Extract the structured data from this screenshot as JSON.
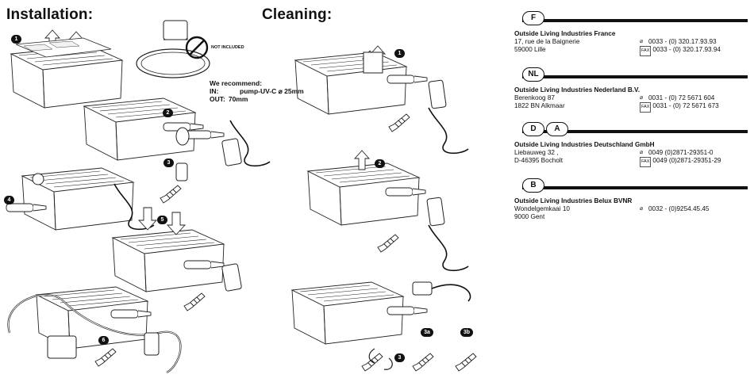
{
  "headings": {
    "installation": "Installation:",
    "cleaning": "Cleaning:"
  },
  "install_steps": [
    "1",
    "2",
    "3",
    "4",
    "5",
    "6"
  ],
  "clean_steps": [
    "1",
    "2",
    "3",
    "3a",
    "3b"
  ],
  "not_included": "NOT INCLUDED",
  "recommend": {
    "title": "We recommend:",
    "in_label": "IN:",
    "in_value": "pump-UV-C ⌀ 25mm",
    "out_label": "OUT:",
    "out_value": "70mm"
  },
  "contacts": [
    {
      "badges": [
        "F"
      ],
      "name": "Outside Living Industries France",
      "lines": [
        [
          "17, rue de la Baignerie",
          "phone",
          "0033 - (0) 320.17.93.93"
        ],
        [
          "59000 Lille",
          "fax",
          "0033 - (0) 320.17.93.94"
        ]
      ]
    },
    {
      "badges": [
        "NL"
      ],
      "name": "Outside Living Industries Nederland B.V.",
      "lines": [
        [
          "Berenkoog 87",
          "phone",
          "0031 - (0) 72 5671 604"
        ],
        [
          "1822 BN  Alkmaar",
          "fax",
          "0031 - (0) 72 5671 673"
        ]
      ]
    },
    {
      "badges": [
        "D",
        "A"
      ],
      "name": "Outside Living Industries Deutschland GmbH",
      "lines": [
        [
          "Liebauweg 32 ,",
          "phone",
          "0049 (0)2871-29351-0"
        ],
        [
          "D-46395  Bocholt",
          "fax",
          "0049 (0)2871-29351-29"
        ]
      ]
    },
    {
      "badges": [
        "B"
      ],
      "name": "Outside Living Industries Belux BVNR",
      "lines": [
        [
          "Wondelgemkaai 10",
          "phone",
          "0032 - (0)9254.45.45"
        ],
        [
          "9000 Gent",
          "",
          ""
        ]
      ]
    }
  ],
  "icons": {
    "phone": "⌀",
    "fax": "FAX"
  }
}
